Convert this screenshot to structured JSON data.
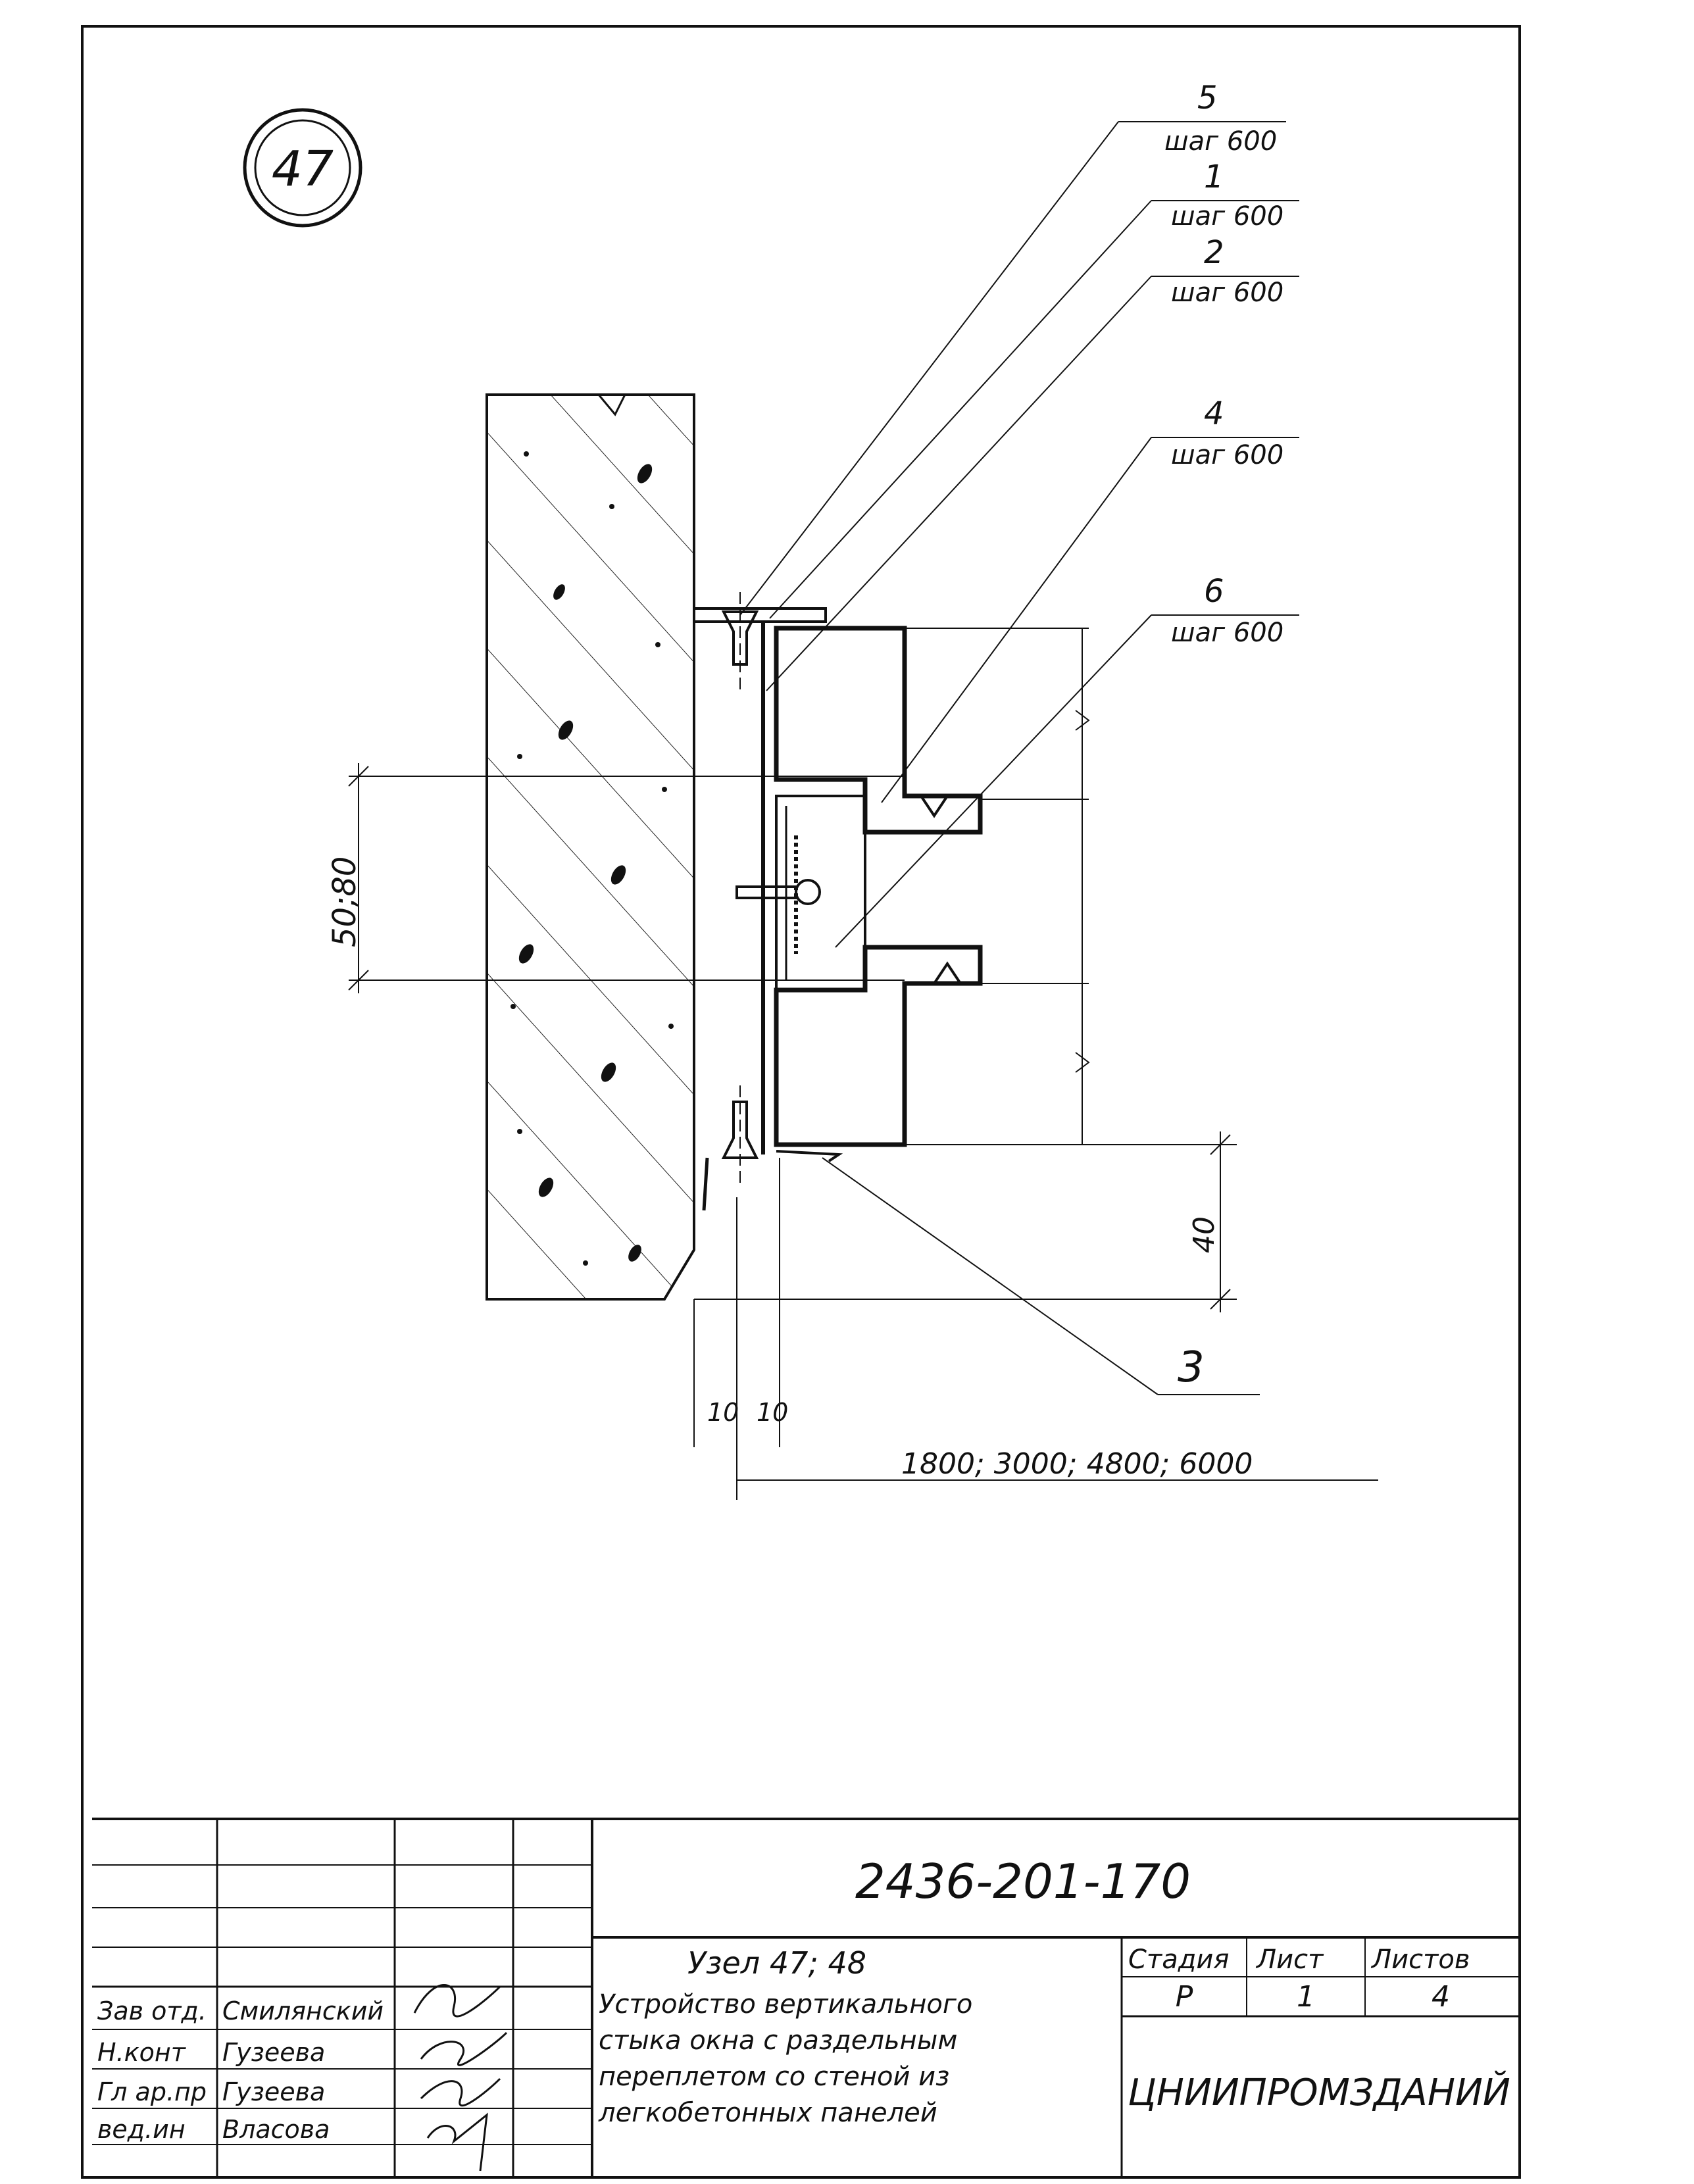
{
  "node_number": "47",
  "callouts": [
    {
      "id": "5",
      "note": "шаг 600"
    },
    {
      "id": "1",
      "note": "шаг 600"
    },
    {
      "id": "2",
      "note": "шаг 600"
    },
    {
      "id": "4",
      "note": "шаг 600"
    },
    {
      "id": "6",
      "note": "шаг 600"
    },
    {
      "id": "3",
      "note": ""
    }
  ],
  "dimensions": {
    "opening_gap": "50;80",
    "bottom_offset": "40",
    "gap_a": "10",
    "gap_b": "10",
    "window_widths": "1800; 3000; 4800; 6000"
  },
  "title_block": {
    "document_code": "2436-201-170",
    "title_heading": "Узел 47; 48",
    "title_lines": [
      "Устройство вертикального",
      "стыка окна с раздельным",
      "переплетом со стеной из",
      "легкобетонных панелей"
    ],
    "stage_label": "Стадия",
    "sheet_label": "Лист",
    "sheets_label": "Листов",
    "stage_value": "Р",
    "sheet_value": "1",
    "sheets_value": "4",
    "organization": "ЦНИИПРОМЗДАНИЙ",
    "signatures": [
      {
        "role": "Зав отд.",
        "name": "Смилянский"
      },
      {
        "role": "Н.конт",
        "name": "Гузеева"
      },
      {
        "role": "Гл ар.пр",
        "name": "Гузеева"
      },
      {
        "role": "вед.ин",
        "name": "Власова"
      }
    ]
  }
}
